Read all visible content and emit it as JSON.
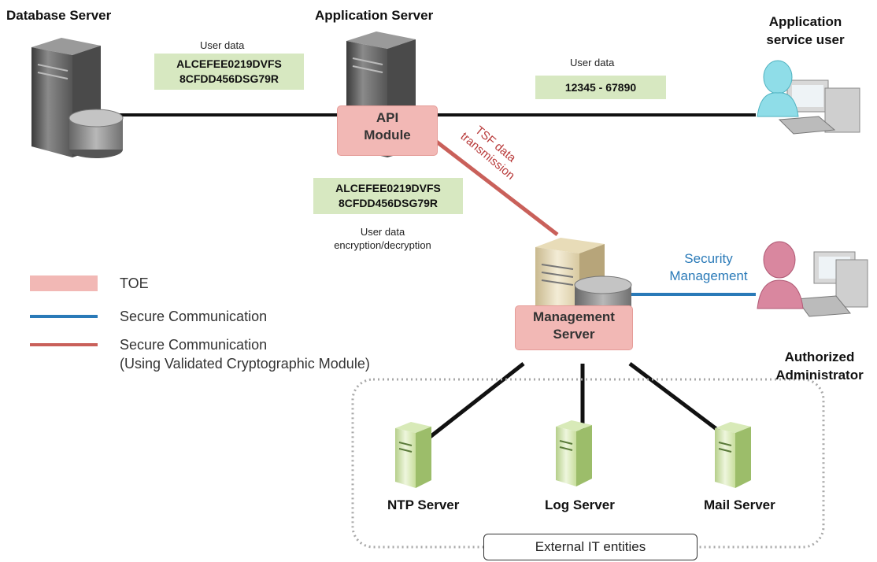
{
  "nodes": {
    "database_server": "Database Server",
    "application_server": "Application Server",
    "app_user_line1": "Application",
    "app_user_line2": "service user",
    "admin_line1": "Authorized",
    "admin_line2": "Administrator",
    "api_line1": "API",
    "api_line2": "Module",
    "mgmt_line1": "Management",
    "mgmt_line2": "Server",
    "ntp_server": "NTP Server",
    "log_server": "Log Server",
    "mail_server": "Mail Server"
  },
  "labels": {
    "user_data_left": "User data",
    "user_data_right": "User data",
    "encrypted_line1": "ALCEFEE0219DVFS",
    "encrypted_line2": "8CFDD456DSG79R",
    "plain_data": "12345 - 67890",
    "enc_dec_line1": "User data",
    "enc_dec_line2": "encryption/decryption",
    "tsf_line1": "TSF data",
    "tsf_line2": "transmission",
    "security_line1": "Security",
    "security_line2": "Management",
    "external_it": "External IT entities"
  },
  "legend": {
    "toe": "TOE",
    "secure_comm": "Secure Communication",
    "secure_comm_validated_line1": "Secure Communication",
    "secure_comm_validated_line2": "(Using Validated Cryptographic Module)"
  },
  "colors": {
    "toe_fill": "#f2b8b5",
    "secure_blue": "#2a7ab8",
    "secure_red": "#c9605a",
    "data_box": "#d7e8c1",
    "security_text": "#2a7ab8",
    "tsf_text": "#b83a3a"
  },
  "icons": [
    "db-server-icon",
    "app-server-icon",
    "user-workstation-icon",
    "admin-workstation-icon",
    "management-server-icon",
    "ntp-server-icon",
    "log-server-icon",
    "mail-server-icon"
  ]
}
